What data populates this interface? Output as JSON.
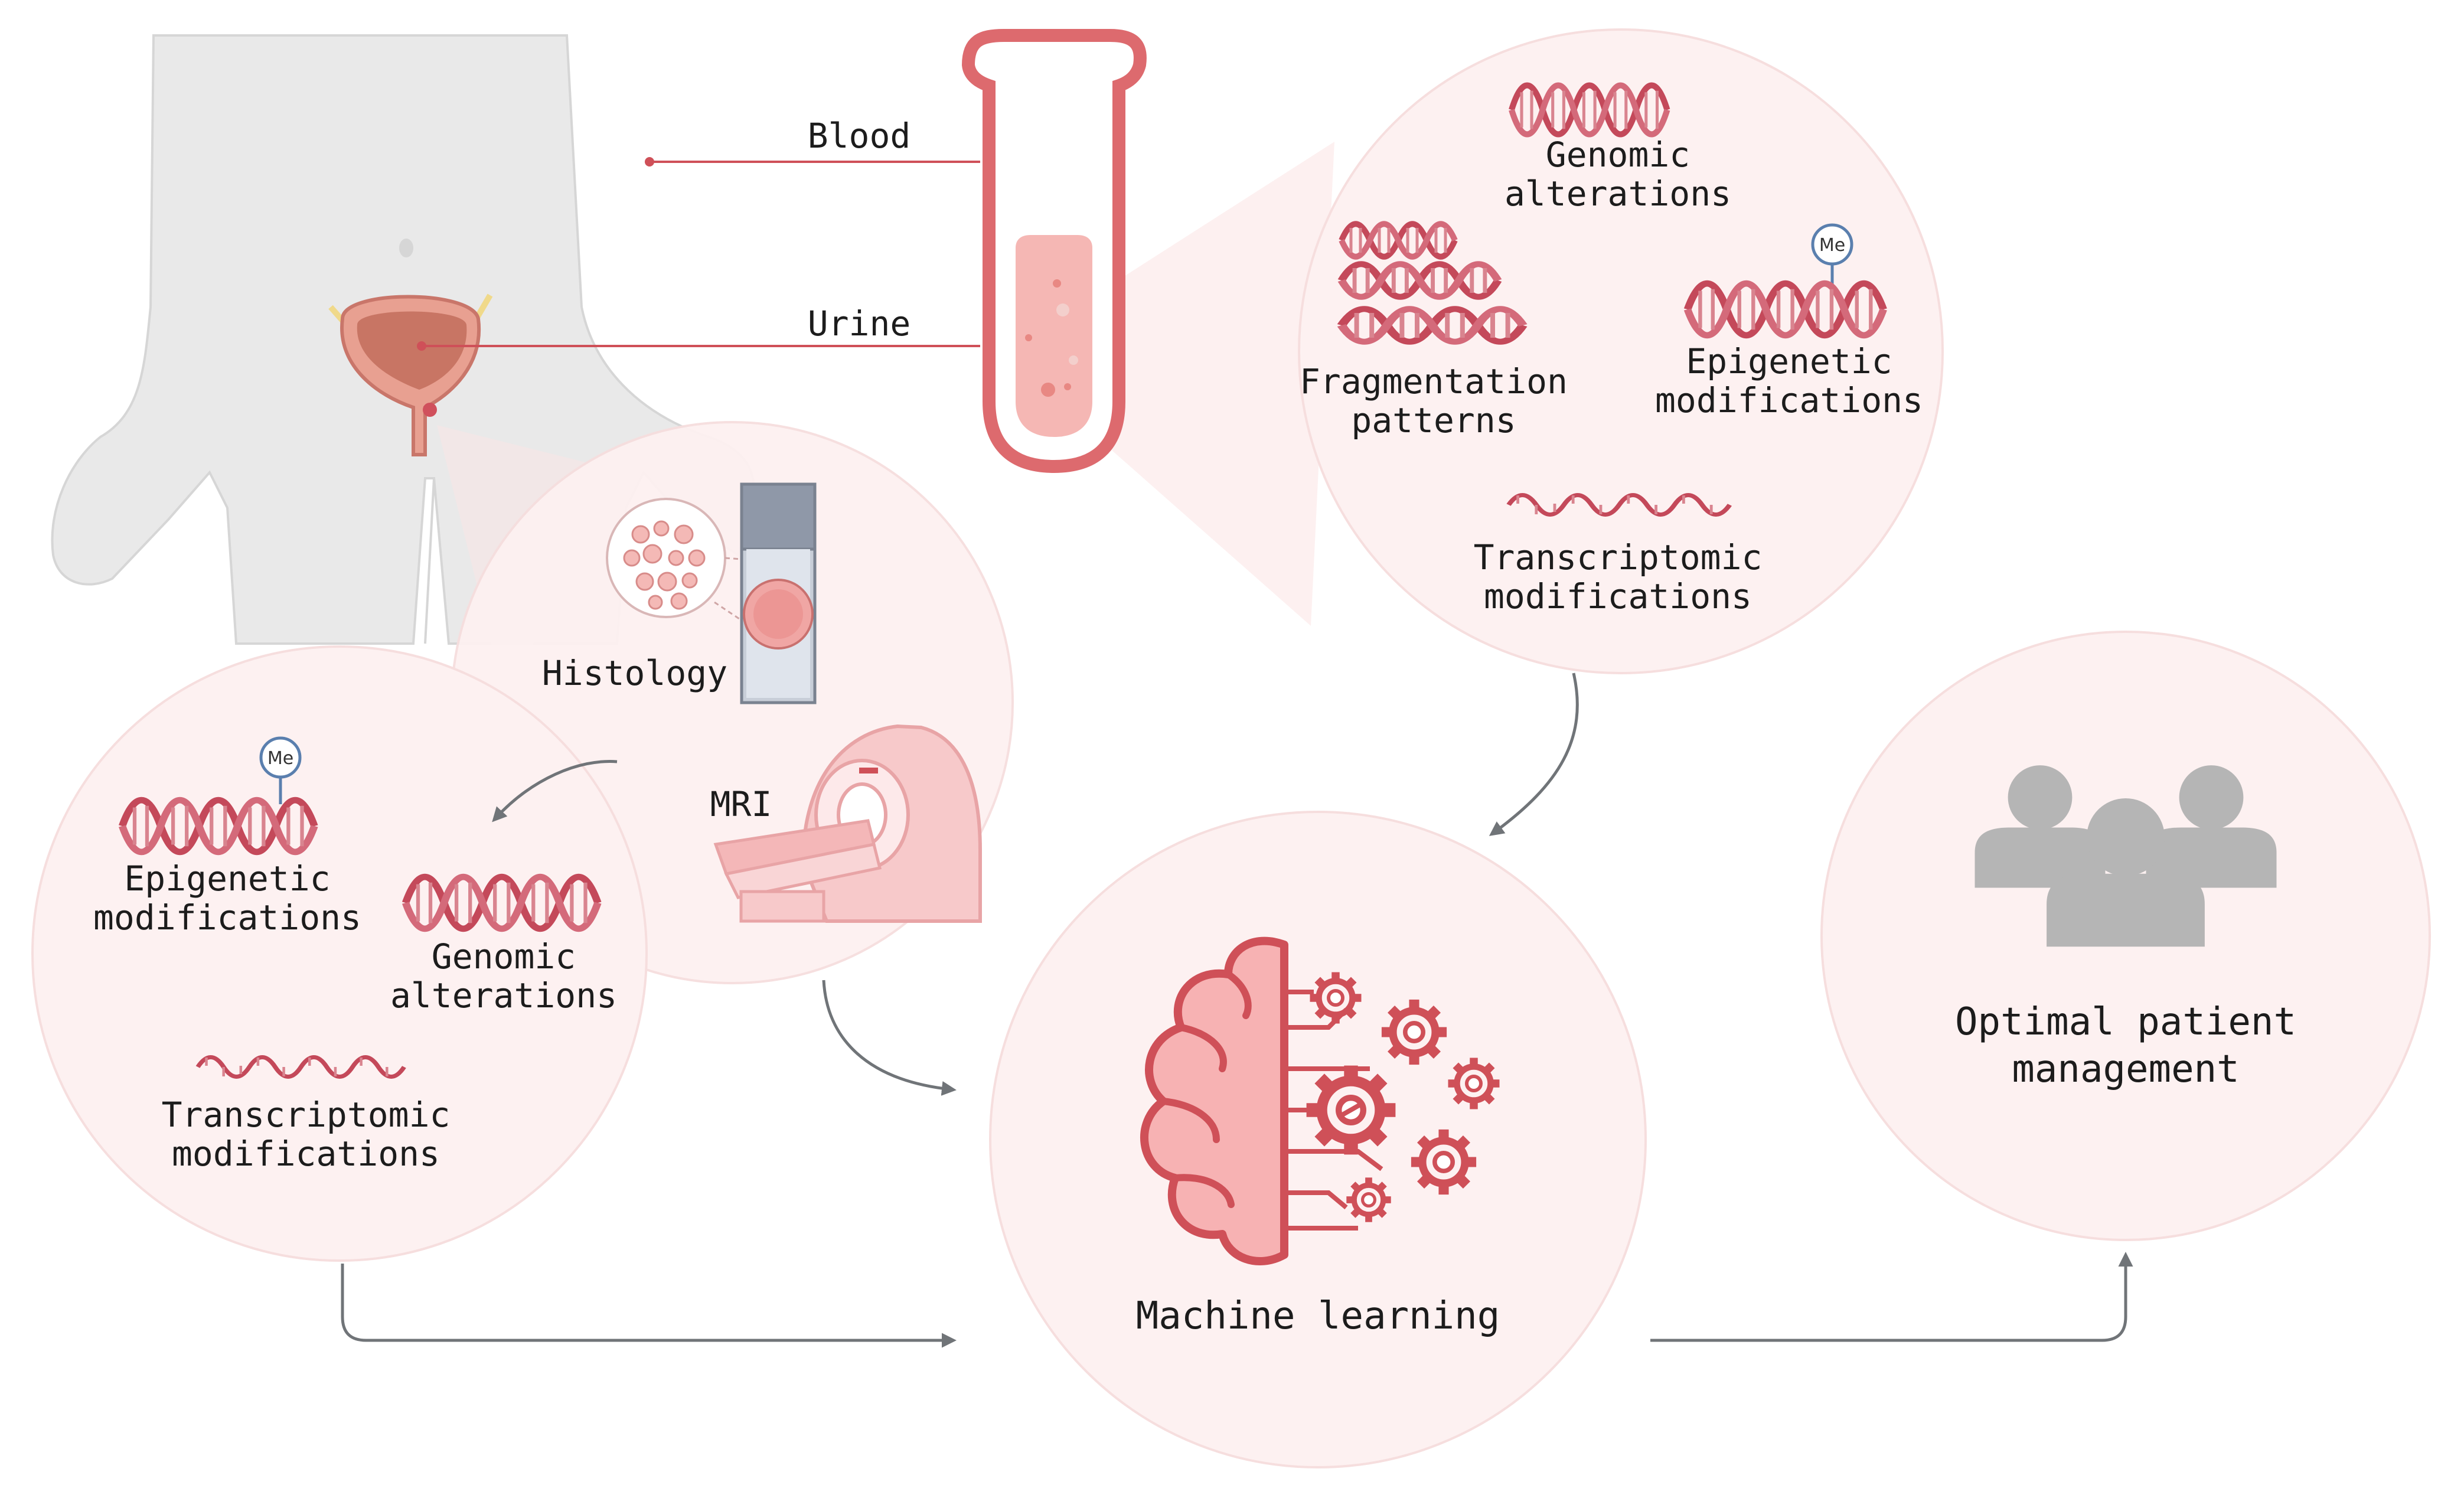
{
  "colors": {
    "accent": "#cf5058",
    "accent_light": "#f4c6c8",
    "circle_fill": "#fdf1f1",
    "circle_stroke": "#f6dede",
    "body_fill": "#e9e9e9",
    "arrow": "#707478",
    "people": "#b5b5b5"
  },
  "sample_labels": {
    "blood": "Blood",
    "urine": "Urine"
  },
  "liquid_biopsy": {
    "genomic": [
      "Genomic",
      "alterations"
    ],
    "fragmentation": [
      "Fragmentation",
      "patterns"
    ],
    "epigenetic": [
      "Epigenetic",
      "modifications"
    ],
    "transcriptomic": [
      "Transcriptomic",
      "modifications"
    ],
    "methyl_tag": "Me"
  },
  "tissue": {
    "histology": "Histology",
    "mri": "MRI"
  },
  "tissue_biomarkers": {
    "epigenetic": [
      "Epigenetic",
      "modifications"
    ],
    "genomic": [
      "Genomic",
      "alterations"
    ],
    "transcriptomic": [
      "Transcriptomic",
      "modifications"
    ],
    "methyl_tag": "Me"
  },
  "machine_learning": {
    "label": "Machine learning"
  },
  "outcome": {
    "label": [
      "Optimal patient",
      "management"
    ]
  },
  "icons": [
    "human-body-icon",
    "bladder-icon",
    "test-tube-icon",
    "dna-icon",
    "rna-strand-icon",
    "methyl-tag-icon",
    "histology-slide-icon",
    "mri-scanner-icon",
    "brain-gears-icon",
    "patient-group-icon"
  ]
}
